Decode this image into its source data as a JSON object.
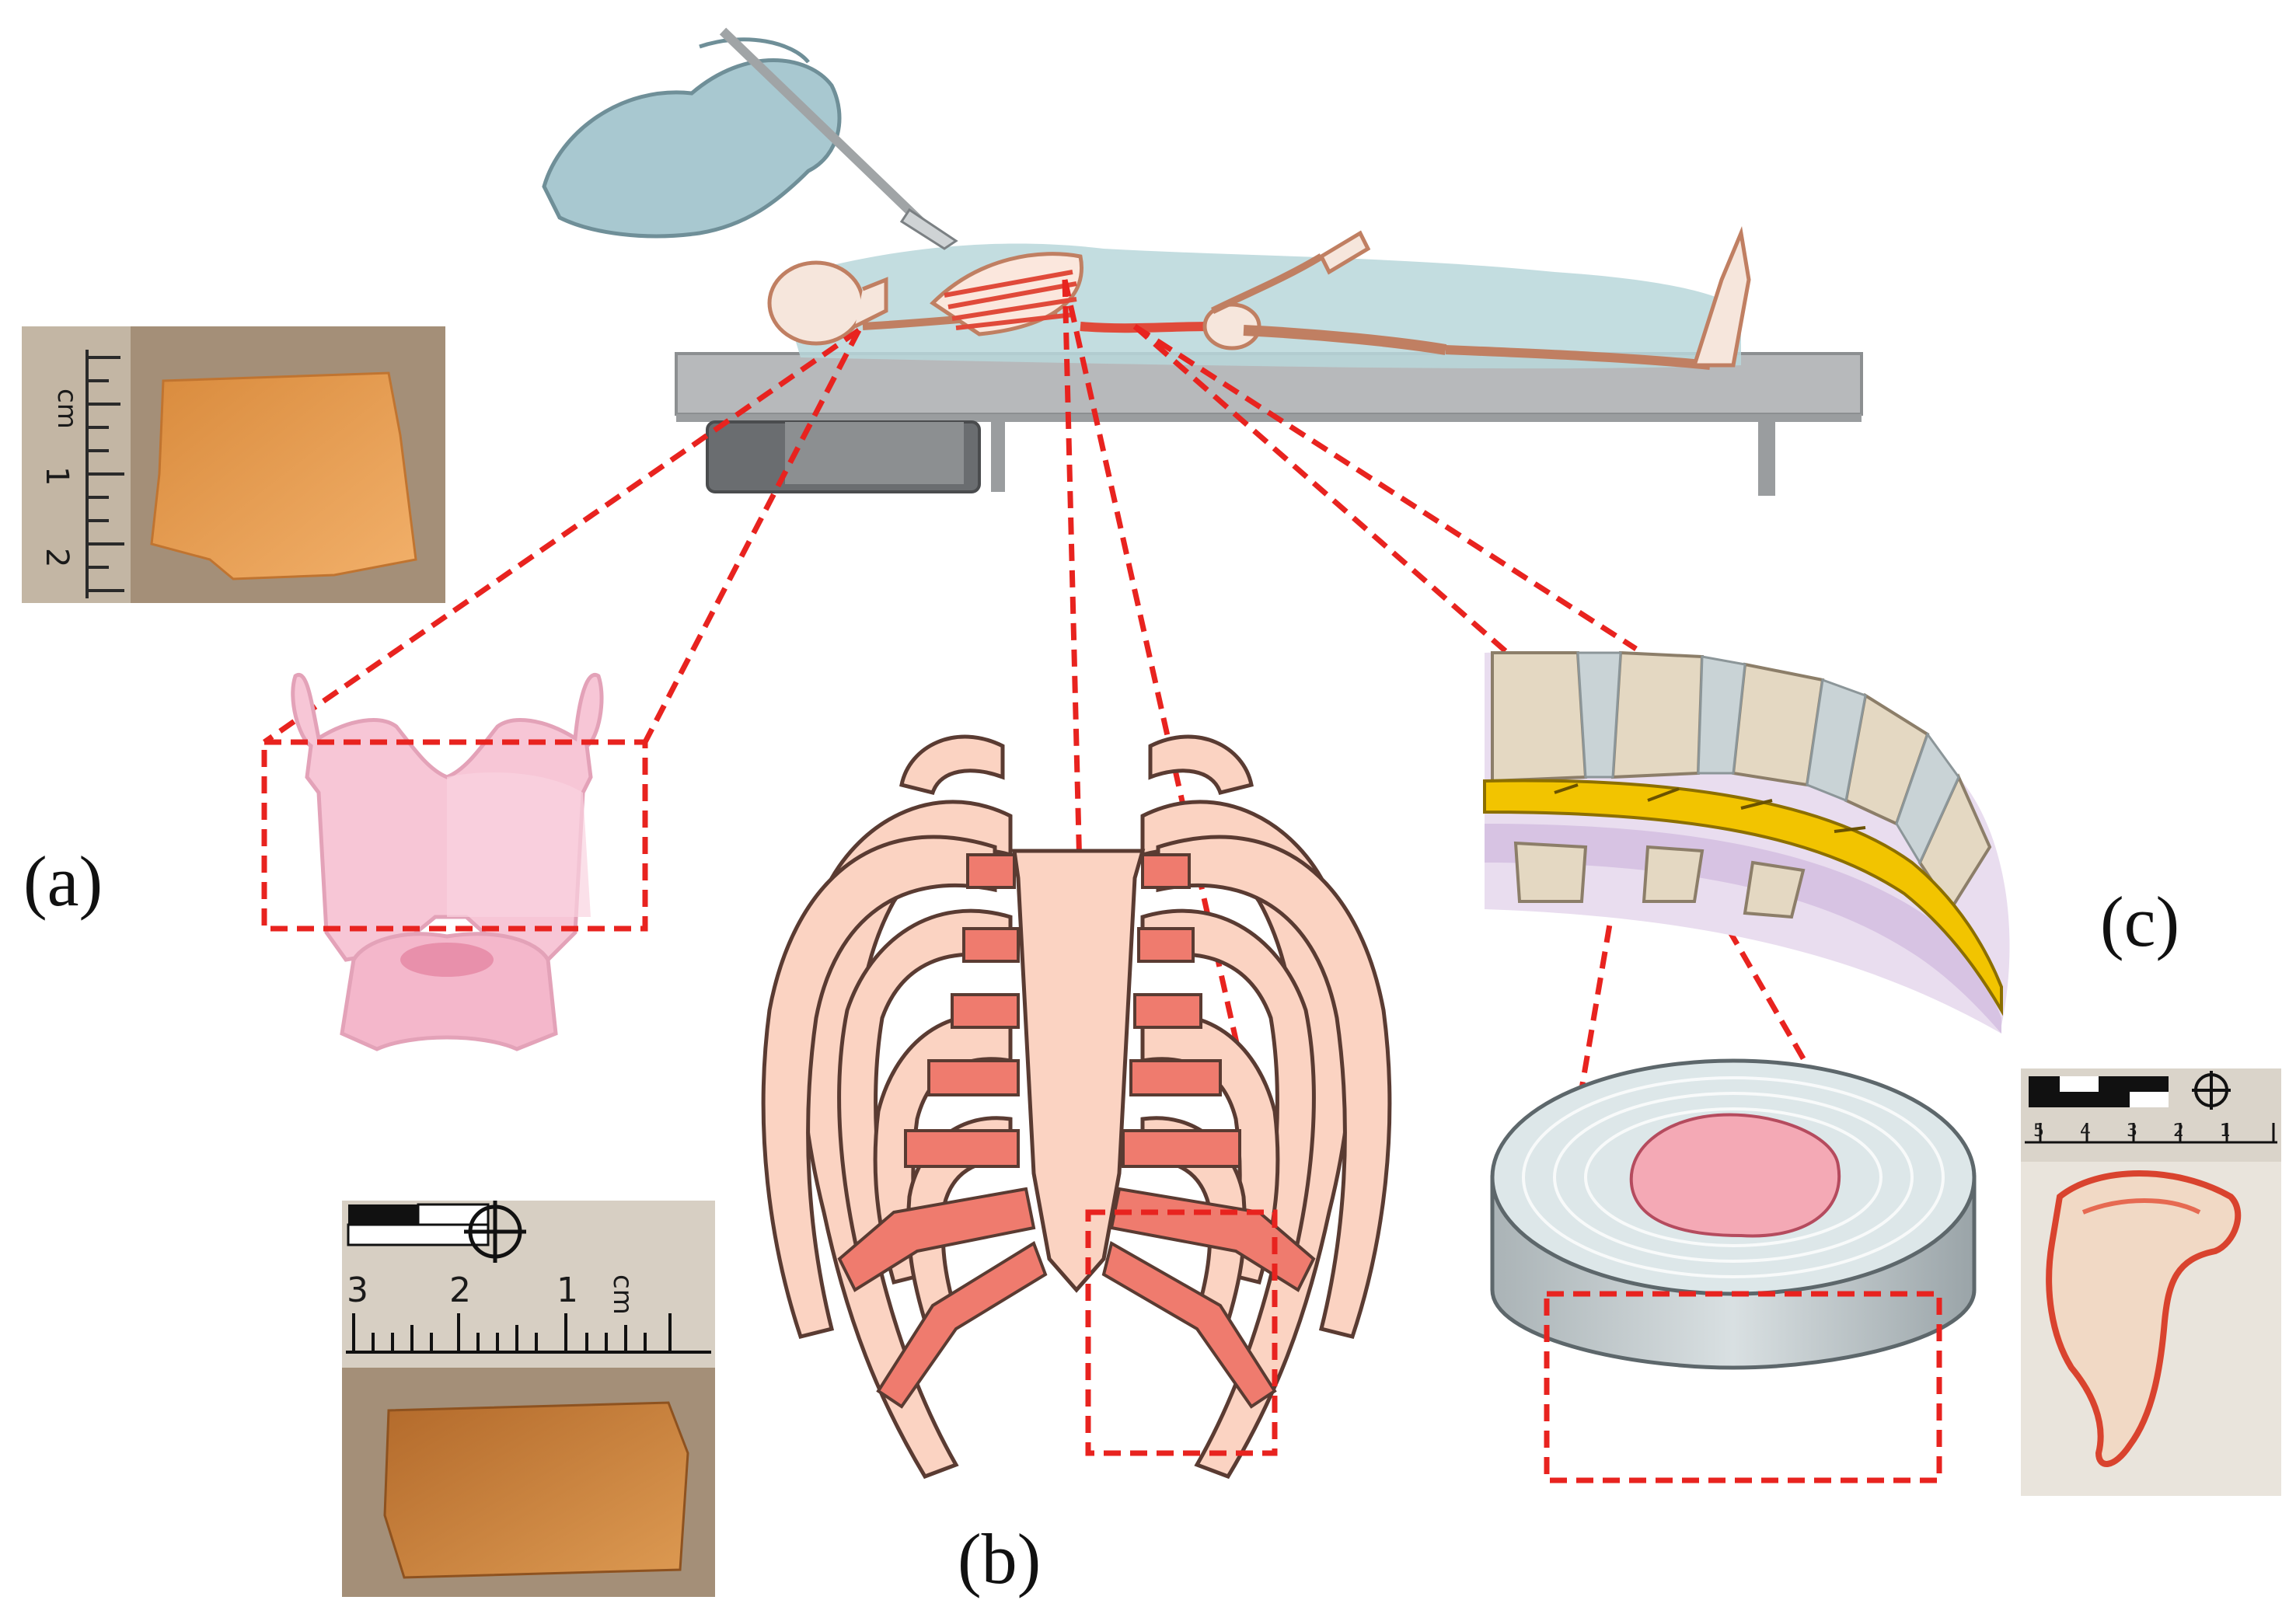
{
  "figure": {
    "panel_labels": {
      "a": "(a)",
      "b": "(b)",
      "c": "(c)"
    },
    "ruler_a": {
      "unit": "cm",
      "numbers": [
        "1",
        "2"
      ]
    },
    "ruler_b": {
      "unit": "cm",
      "numbers": [
        "3",
        "2",
        "1"
      ]
    },
    "ruler_c": {
      "numbers": [
        "5",
        "4",
        "3",
        "2",
        "1"
      ]
    }
  },
  "colors": {
    "highlight_dash": "#e8231f",
    "cartilage_pink": "#f7c6d6",
    "rib_bone": "#fbd3c2",
    "rib_cartilage": "#ef7b6e",
    "vertebra_bone": "#e4d8c2",
    "spinal_cord": "#f2c400",
    "disc_grey": "#c9d3d6",
    "table_grey": "#b7b9bb",
    "body_teal": "#b9d7da",
    "photo_backdrop": "#a48f78"
  },
  "icons": [
    "gloved-hand-scalpel-icon",
    "skeleton-icon",
    "dissection-table-icon",
    "thyroid-cartilage-icon",
    "rib-cage-icon",
    "spine-section-icon",
    "intervertebral-disc-icon",
    "scale-bar-icon",
    "crosshair-icon"
  ]
}
